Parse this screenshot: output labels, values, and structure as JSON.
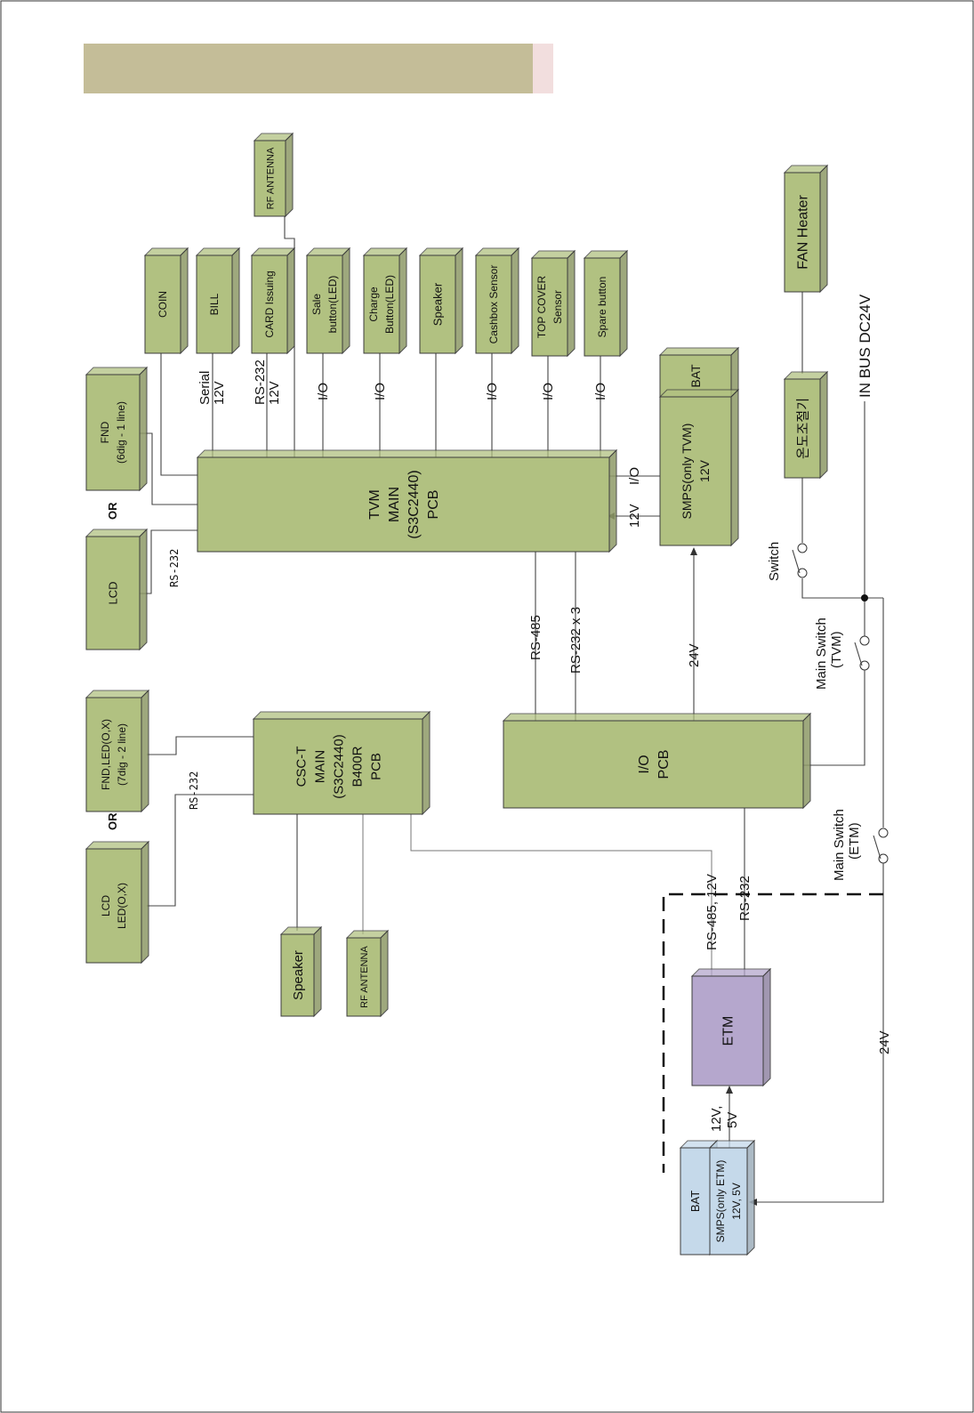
{
  "header": {
    "bar_color": "#c4bd98",
    "accent_color": "#f2dede"
  },
  "colors": {
    "block_green": "#b1c181",
    "etm_purple": "#b5a7cd",
    "bat_blue": "#c5d9ea"
  },
  "blocks": {
    "rf_antenna_top": "RF ANTENNA",
    "coin": "COIN",
    "bill": "BILL",
    "card_issuing": "CARD Issuing",
    "sale_button": [
      "Sale",
      "button(LED)"
    ],
    "charge_button": [
      "Charge",
      "Button(LED)"
    ],
    "speaker_top": "Speaker",
    "cashbox_sensor": "Cashbox Sensor",
    "top_cover_sensor": [
      "TOP COVER",
      "Sensor"
    ],
    "spare_button": "Spare button",
    "fan_heater": "FAN Heater",
    "fnd_top": [
      "FND",
      "(6dig - 1 line)"
    ],
    "lcd_top": "LCD",
    "or_top": "OR",
    "tvm_main": [
      "TVM",
      "MAIN",
      "(S3C2440)",
      "PCB"
    ],
    "bat_tvm": "BAT",
    "smps_tvm": [
      "SMPS(only TVM)",
      "12V"
    ],
    "thermostat": "온도조절기",
    "fnd_bottom": [
      "FND,LED(O,X)",
      "(7dig - 2 line)"
    ],
    "lcd_bottom": [
      "LCD",
      "LED(O,X)"
    ],
    "or_bottom": "OR",
    "csct_main": [
      "CSC-T",
      "MAIN",
      "(S3C2440)",
      "B400R",
      "PCB"
    ],
    "speaker_bottom": "Speaker",
    "rf_antenna_bottom": "RF ANTENNA",
    "io_pcb": [
      "I/O",
      "PCB"
    ],
    "etm": "ETM",
    "bat_etm": "BAT",
    "smps_etm": [
      "SMPS(only ETM)",
      "12V, 5V"
    ]
  },
  "labels": {
    "serial_12v": [
      "Serial",
      "12V"
    ],
    "rs232_12v": [
      "RS-232",
      "12V"
    ],
    "io": "I/O",
    "rs232": "RS-232",
    "io_right": "I/O",
    "v12_right": "12V",
    "rs485": "RS-485",
    "rs232x3": "RS-232 x 3",
    "v24": "24V",
    "switch": "Switch",
    "main_switch_tvm": [
      "Main Switch",
      "(TVM)"
    ],
    "main_switch_etm": [
      "Main Switch",
      "(ETM)"
    ],
    "in_bus": "IN BUS DC24V",
    "rs485_12v": "RS-485, 12V",
    "rs232_etm": "RS-232",
    "v24_etm": "24V",
    "v12_5v": [
      "12V,",
      "5V"
    ]
  }
}
